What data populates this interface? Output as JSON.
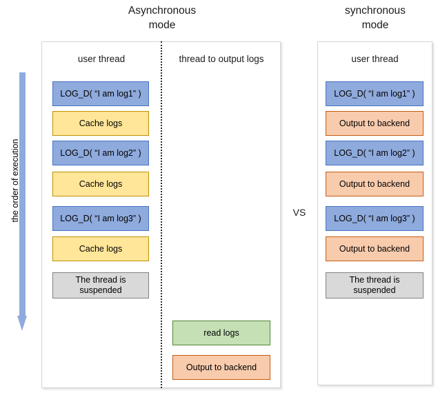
{
  "titles": {
    "async": "Asynchronous\nmode",
    "sync": "synchronous\nmode",
    "vs": "VS"
  },
  "order_arrow": {
    "label": "the order of execution",
    "color": "#8FAADC",
    "direction": "down"
  },
  "async_panel": {
    "columns": [
      {
        "header": "user thread",
        "steps": [
          {
            "label": "LOG_D( “I am log1” )",
            "kind": "log",
            "color": "#8FAADC"
          },
          {
            "label": "Cache logs",
            "kind": "cache",
            "color": "#FFE699"
          },
          {
            "label": "LOG_D( “I am log2” )",
            "kind": "log",
            "color": "#8FAADC"
          },
          {
            "label": "Cache logs",
            "kind": "cache",
            "color": "#FFE699"
          },
          {
            "label": "LOG_D( “I am log3” )",
            "kind": "log",
            "color": "#8FAADC"
          },
          {
            "label": "Cache logs",
            "kind": "cache",
            "color": "#FFE699"
          },
          {
            "label": "The thread is\nsuspended",
            "kind": "suspend",
            "color": "#D9D9D9"
          }
        ]
      },
      {
        "header": "thread to output logs",
        "steps": [
          {
            "label": "read logs",
            "kind": "read",
            "color": "#C5E0B4"
          },
          {
            "label": "Output to backend",
            "kind": "output",
            "color": "#F8CBAD"
          }
        ]
      }
    ]
  },
  "sync_panel": {
    "columns": [
      {
        "header": "user thread",
        "steps": [
          {
            "label": "LOG_D( “I am log1” )",
            "kind": "log",
            "color": "#8FAADC"
          },
          {
            "label": "Output to backend",
            "kind": "output",
            "color": "#F8CBAD"
          },
          {
            "label": "LOG_D( “I am log2” )",
            "kind": "log",
            "color": "#8FAADC"
          },
          {
            "label": "Output to backend",
            "kind": "output",
            "color": "#F8CBAD"
          },
          {
            "label": "LOG_D( “I am log3” )",
            "kind": "log",
            "color": "#8FAADC"
          },
          {
            "label": "Output to backend",
            "kind": "output",
            "color": "#F8CBAD"
          },
          {
            "label": "The thread is\nsuspended",
            "kind": "suspend",
            "color": "#D9D9D9"
          }
        ]
      }
    ]
  }
}
